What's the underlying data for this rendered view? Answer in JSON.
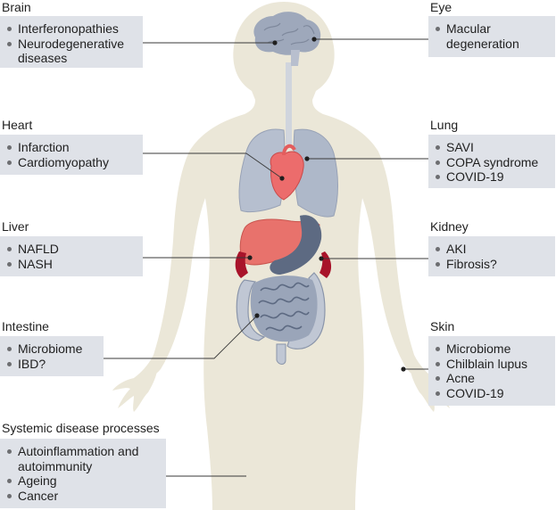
{
  "panels": {
    "brain": {
      "title": "Brain",
      "items": [
        "Interferonopathies",
        "Neurodegenerative  ",
        "diseases"
      ]
    },
    "eye": {
      "title": "Eye",
      "items": [
        "Macular",
        "degeneration"
      ]
    },
    "heart": {
      "title": "Heart",
      "items": [
        "Infarction",
        "Cardiomyopathy"
      ]
    },
    "lung": {
      "title": "Lung",
      "items": [
        "SAVI",
        "COPA syndrome",
        "COVID-19"
      ]
    },
    "liver": {
      "title": "Liver",
      "items": [
        "NAFLD",
        "NASH"
      ]
    },
    "kidney": {
      "title": "Kidney",
      "items": [
        "AKI",
        "Fibrosis?"
      ]
    },
    "intestine": {
      "title": "Intestine",
      "items": [
        "Microbiome",
        "IBD?"
      ]
    },
    "skin": {
      "title": "Skin",
      "items": [
        "Microbiome",
        "Chilblain lupus",
        "Acne",
        "COVID-19"
      ]
    },
    "systemic": {
      "title": "Systemic disease processes",
      "items": [
        "Autoinflammation and",
        "autoimmunity",
        "Ageing",
        "Cancer"
      ]
    }
  },
  "colors": {
    "body": "#ebe7d8",
    "panel": "#dfe2e8",
    "organ_gray": "#b6bfcf",
    "organ_gray_dark": "#6f7c93",
    "heart": "#ec6c6c",
    "liver": "#e8726c",
    "kidney": "#a8132a",
    "leader_line": "#3a3a3a"
  }
}
